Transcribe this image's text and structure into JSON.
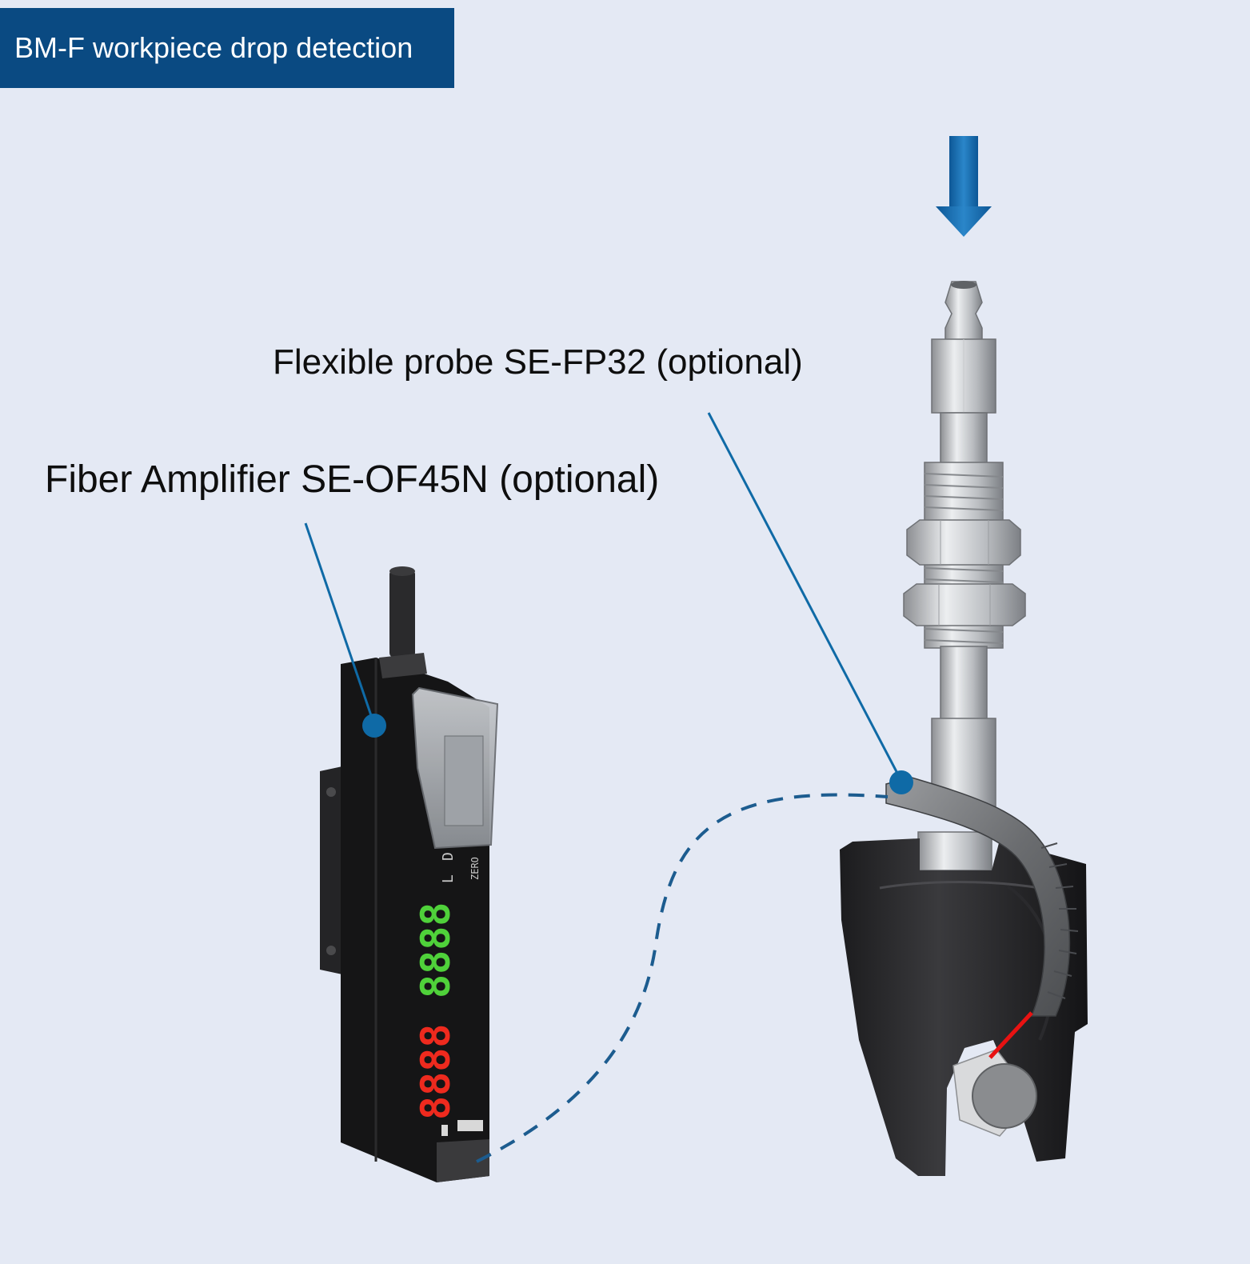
{
  "title": "BM-F workpiece drop detection",
  "labels": {
    "probe": "Flexible probe SE-FP32 (optional)",
    "amplifier": "Fiber Amplifier SE-OF45N (optional)"
  },
  "amplifier_display": {
    "indicator_l": "L",
    "indicator_d": "D",
    "zero_label": "ZERO",
    "upper_digits": "8888",
    "lower_digits": "8888",
    "upper_color": "#4fd13a",
    "lower_color": "#ee2a1e"
  },
  "colors": {
    "banner": "#0a4a82",
    "callout": "#0f6aa6",
    "arrow": "#1565a8",
    "background": "#e4e9f4",
    "detection_beam": "#e81212"
  },
  "icons": {
    "direction_arrow": "arrow-down-icon"
  }
}
